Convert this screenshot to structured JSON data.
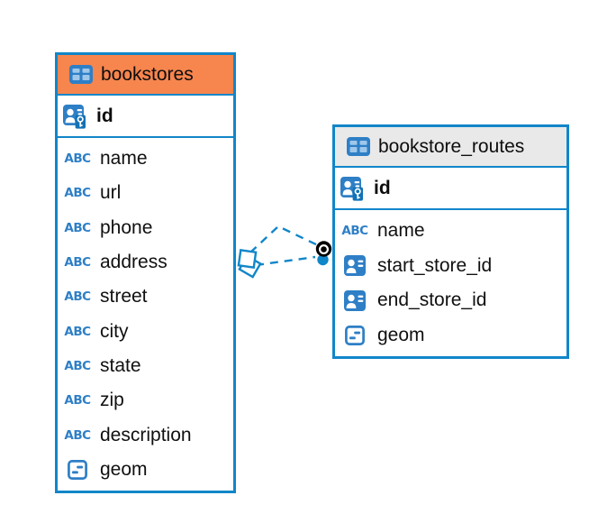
{
  "diagram": {
    "kind": "entity-relationship",
    "background": "#ffffff"
  },
  "colors": {
    "accent_blue": "#1186C9",
    "icon_blue": "#2E7FC6",
    "icon_cell_light": "#9EC7EA",
    "key_dark_blue": "#1272B6",
    "header_orange": "#F7854E",
    "header_gray": "#E9E9E9",
    "text": "#0d0d0d",
    "endpoint_black": "#000000"
  },
  "icons": {
    "text_type_label": "ABC"
  },
  "tables": [
    {
      "title": "bookstores",
      "header_style": "orange",
      "header_icon": "table-icon",
      "pk": {
        "label": "id",
        "icon": "person-key-icon"
      },
      "columns": [
        {
          "label": "name",
          "icon": "text-type-icon"
        },
        {
          "label": "url",
          "icon": "text-type-icon"
        },
        {
          "label": "phone",
          "icon": "text-type-icon"
        },
        {
          "label": "address",
          "icon": "text-type-icon"
        },
        {
          "label": "street",
          "icon": "text-type-icon"
        },
        {
          "label": "city",
          "icon": "text-type-icon"
        },
        {
          "label": "state",
          "icon": "text-type-icon"
        },
        {
          "label": "zip",
          "icon": "text-type-icon"
        },
        {
          "label": "description",
          "icon": "text-type-icon"
        },
        {
          "label": "geom",
          "icon": "geometry-type-icon"
        }
      ]
    },
    {
      "title": "bookstore_routes",
      "header_style": "gray",
      "header_icon": "table-icon",
      "pk": {
        "label": "id",
        "icon": "person-key-icon"
      },
      "columns": [
        {
          "label": "name",
          "icon": "text-type-icon"
        },
        {
          "label": "start_store_id",
          "icon": "person-badge-icon"
        },
        {
          "label": "end_store_id",
          "icon": "person-badge-icon"
        },
        {
          "label": "geom",
          "icon": "geometry-type-icon"
        }
      ]
    }
  ],
  "relationships": [
    {
      "from_table": "bookstores",
      "to_table": "bookstore_routes",
      "line_style": "dashed",
      "path_shape": "arched",
      "source_marker": "white-rotated-square",
      "target_marker": "black-ring-dot"
    },
    {
      "from_table": "bookstores",
      "to_table": "bookstore_routes",
      "line_style": "dashed",
      "path_shape": "straight",
      "source_marker": "white-rotated-square",
      "target_marker": "blue-dot"
    }
  ]
}
